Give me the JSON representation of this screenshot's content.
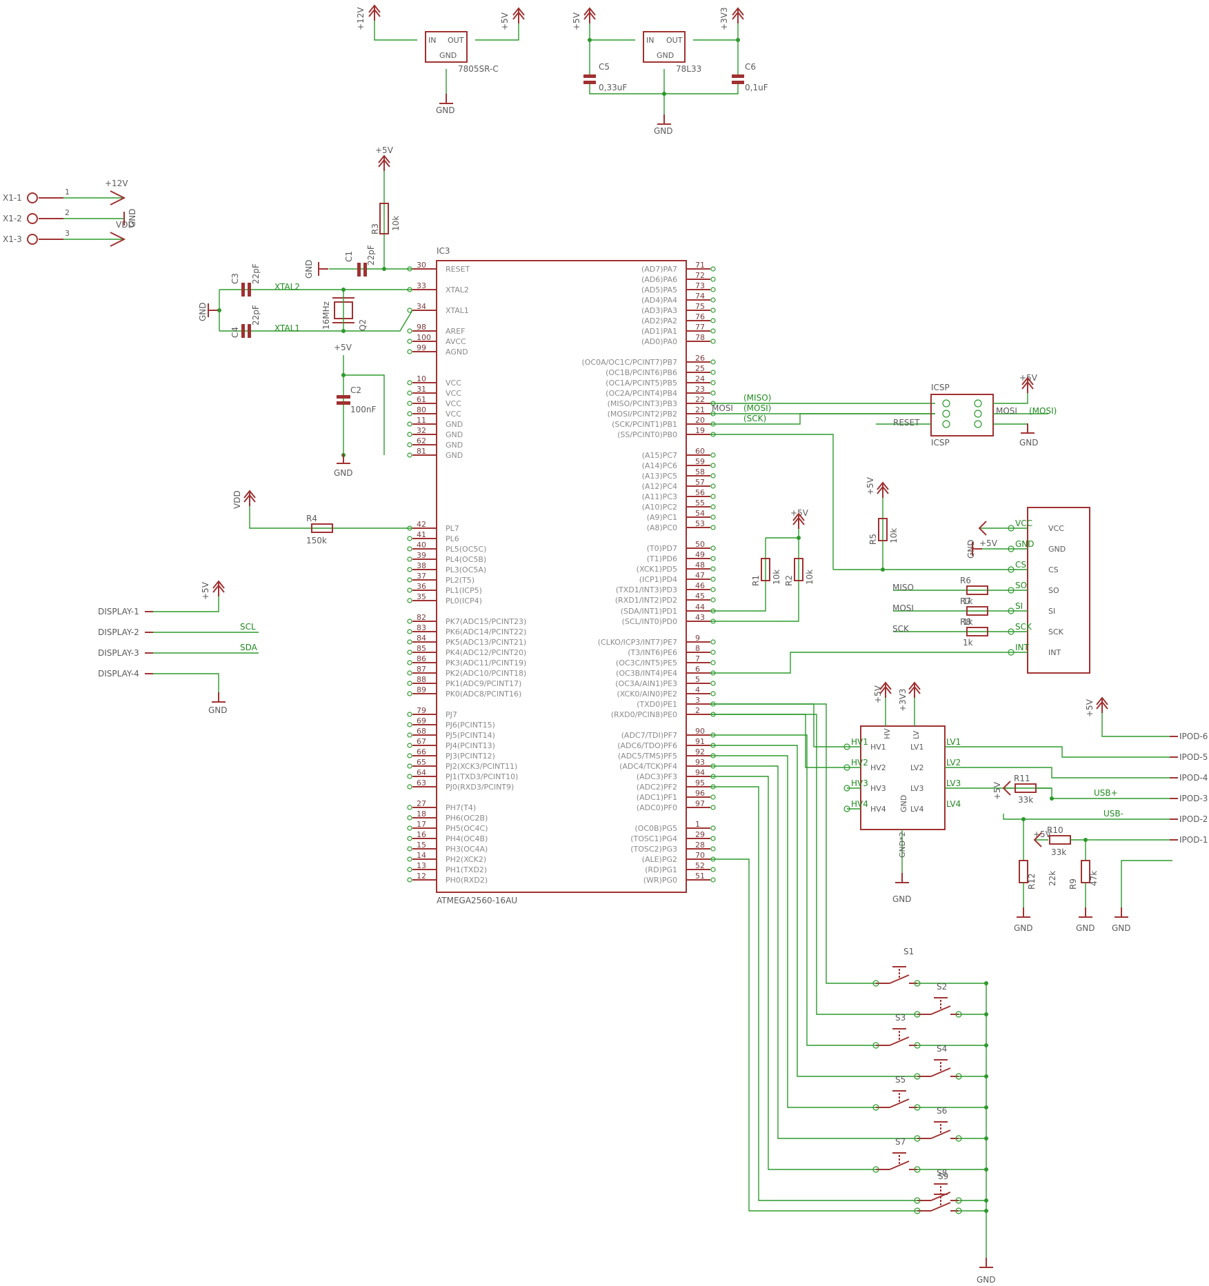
{
  "colors": {
    "part": "#a03030",
    "wire": "#2a9a2a",
    "text": "#5a5a5a"
  },
  "regulators": {
    "u1": {
      "name": "7805SR-C",
      "in": "IN",
      "out": "OUT",
      "gnd": "GND",
      "in_rail": "+12V",
      "out_rail": "+5V",
      "ground": "GND"
    },
    "u2": {
      "name": "78L33",
      "in": "IN",
      "out": "OUT",
      "gnd": "GND",
      "in_rail": "+5V",
      "out_rail": "+3V3",
      "ground": "GND",
      "c5": {
        "name": "C5",
        "value": "0,33uF"
      },
      "c6": {
        "name": "C6",
        "value": "0,1uF"
      }
    }
  },
  "connector_x1": {
    "pins": [
      {
        "name": "X1-1",
        "num": "1",
        "net": "+12V"
      },
      {
        "name": "X1-2",
        "num": "2",
        "net": "GND"
      },
      {
        "name": "X1-3",
        "num": "3",
        "net": "VDD"
      }
    ]
  },
  "reset_circuit": {
    "rail": "+5V",
    "r3": "R3",
    "r3_value": "10k",
    "c1": "C1",
    "c1_value": "22pF",
    "gnd": "GND"
  },
  "crystal": {
    "c3": "C3",
    "c3_value": "22pF",
    "c4": "C4",
    "c4_value": "22pF",
    "q2": "Q2",
    "q2_value": "16MHz",
    "net_xtal2": "XTAL2",
    "net_xtal1": "XTAL1",
    "gnd": "GND"
  },
  "decoupling": {
    "rail": "+5V",
    "c2": "C2",
    "c2_value": "100nF",
    "gnd": "GND"
  },
  "vdd_sense": {
    "rail": "VDD",
    "r4": "R4",
    "r4_value": "150k"
  },
  "display": {
    "pins": [
      "DISPLAY-1",
      "DISPLAY-2",
      "DISPLAY-3",
      "DISPLAY-4"
    ],
    "nets": {
      "rail": "+5V",
      "scl": "SCL",
      "sda": "SDA",
      "gnd": "GND"
    }
  },
  "mcu": {
    "ref": "IC3",
    "part": "ATMEGA2560-16AU",
    "left_pins": [
      {
        "label": "RESET",
        "num": "30"
      },
      {
        "label": "XTAL2",
        "num": "33"
      },
      {
        "label": "XTAL1",
        "num": "34"
      },
      {
        "label": "AREF",
        "num": "98"
      },
      {
        "label": "AVCC",
        "num": "100"
      },
      {
        "label": "AGND",
        "num": "99"
      },
      {
        "label": "VCC",
        "num": "10"
      },
      {
        "label": "VCC",
        "num": "31"
      },
      {
        "label": "VCC",
        "num": "61"
      },
      {
        "label": "VCC",
        "num": "80"
      },
      {
        "label": "GND",
        "num": "11"
      },
      {
        "label": "GND",
        "num": "32"
      },
      {
        "label": "GND",
        "num": "62"
      },
      {
        "label": "GND",
        "num": "81"
      },
      {
        "label": "PL7",
        "num": "42"
      },
      {
        "label": "PL6",
        "num": "41"
      },
      {
        "label": "PL5(OC5C)",
        "num": "40"
      },
      {
        "label": "PL4(OC5B)",
        "num": "39"
      },
      {
        "label": "PL3(OC5A)",
        "num": "38"
      },
      {
        "label": "PL2(T5)",
        "num": "37"
      },
      {
        "label": "PL1(ICP5)",
        "num": "36"
      },
      {
        "label": "PL0(ICP4)",
        "num": "35"
      },
      {
        "label": "PK7(ADC15/PCINT23)",
        "num": "82"
      },
      {
        "label": "PK6(ADC14/PCINT22)",
        "num": "83"
      },
      {
        "label": "PK5(ADC13/PCINT21)",
        "num": "84"
      },
      {
        "label": "PK4(ADC12/PCINT20)",
        "num": "85"
      },
      {
        "label": "PK3(ADC11/PCINT19)",
        "num": "86"
      },
      {
        "label": "PK2(ADC10/PCINT18)",
        "num": "87"
      },
      {
        "label": "PK1(ADC9/PCINT17)",
        "num": "88"
      },
      {
        "label": "PK0(ADC8/PCINT16)",
        "num": "89"
      },
      {
        "label": "PJ7",
        "num": "79"
      },
      {
        "label": "PJ6(PCINT15)",
        "num": "69"
      },
      {
        "label": "PJ5(PCINT14)",
        "num": "68"
      },
      {
        "label": "PJ4(PCINT13)",
        "num": "67"
      },
      {
        "label": "PJ3(PCINT12)",
        "num": "66"
      },
      {
        "label": "PJ2(XCK3/PCINT11)",
        "num": "65"
      },
      {
        "label": "PJ1(TXD3/PCINT10)",
        "num": "64"
      },
      {
        "label": "PJ0(RXD3/PCINT9)",
        "num": "63"
      },
      {
        "label": "PH7(T4)",
        "num": "27"
      },
      {
        "label": "PH6(OC2B)",
        "num": "18"
      },
      {
        "label": "PH5(OC4C)",
        "num": "17"
      },
      {
        "label": "PH4(OC4B)",
        "num": "16"
      },
      {
        "label": "PH3(OC4A)",
        "num": "15"
      },
      {
        "label": "PH2(XCK2)",
        "num": "14"
      },
      {
        "label": "PH1(TXD2)",
        "num": "13"
      },
      {
        "label": "PH0(RXD2)",
        "num": "12"
      }
    ],
    "right_pins": [
      {
        "label": "(AD7)PA7",
        "num": "71"
      },
      {
        "label": "(AD6)PA6",
        "num": "72"
      },
      {
        "label": "(AD5)PA5",
        "num": "73"
      },
      {
        "label": "(AD4)PA4",
        "num": "74"
      },
      {
        "label": "(AD3)PA3",
        "num": "75"
      },
      {
        "label": "(AD2)PA2",
        "num": "76"
      },
      {
        "label": "(AD1)PA1",
        "num": "77"
      },
      {
        "label": "(AD0)PA0",
        "num": "78"
      },
      {
        "label": "(OC0A/OC1C/PCINT7)PB7",
        "num": "26"
      },
      {
        "label": "(OC1B/PCINT6)PB6",
        "num": "25"
      },
      {
        "label": "(OC1A/PCINT5)PB5",
        "num": "24"
      },
      {
        "label": "(OC2A/PCINT4)PB4",
        "num": "23"
      },
      {
        "label": "(MISO/PCINT3)PB3",
        "num": "22"
      },
      {
        "label": "(MOSI/PCINT2)PB2",
        "num": "21"
      },
      {
        "label": "(SCK/PCINT1)PB1",
        "num": "20"
      },
      {
        "label": "(SS/PCINT0)PB0",
        "num": "19"
      },
      {
        "label": "(A15)PC7",
        "num": "60"
      },
      {
        "label": "(A14)PC6",
        "num": "59"
      },
      {
        "label": "(A13)PC5",
        "num": "58"
      },
      {
        "label": "(A12)PC4",
        "num": "57"
      },
      {
        "label": "(A11)PC3",
        "num": "56"
      },
      {
        "label": "(A10)PC2",
        "num": "55"
      },
      {
        "label": "(A9)PC1",
        "num": "54"
      },
      {
        "label": "(A8)PC0",
        "num": "53"
      },
      {
        "label": "(T0)PD7",
        "num": "50"
      },
      {
        "label": "(T1)PD6",
        "num": "49"
      },
      {
        "label": "(XCK1)PD5",
        "num": "48"
      },
      {
        "label": "(ICP1)PD4",
        "num": "47"
      },
      {
        "label": "(TXD1/INT3)PD3",
        "num": "46"
      },
      {
        "label": "(RXD1/INT2)PD2",
        "num": "45"
      },
      {
        "label": "(SDA/INT1)PD1",
        "num": "44"
      },
      {
        "label": "(SCL/INT0)PD0",
        "num": "43"
      },
      {
        "label": "(CLKO/ICP3/INT7)PE7",
        "num": "9"
      },
      {
        "label": "(T3/INT6)PE6",
        "num": "8"
      },
      {
        "label": "(OC3C/INT5)PE5",
        "num": "7"
      },
      {
        "label": "(OC3B/INT4)PE4",
        "num": "6"
      },
      {
        "label": "(OC3A/AIN1)PE3",
        "num": "5"
      },
      {
        "label": "(XCK0/AIN0)PE2",
        "num": "4"
      },
      {
        "label": "(TXD0)PE1",
        "num": "3"
      },
      {
        "label": "(RXD0/PCIN8)PE0",
        "num": "2"
      },
      {
        "label": "(ADC7/TDI)PF7",
        "num": "90"
      },
      {
        "label": "(ADC6/TDO)PF6",
        "num": "91"
      },
      {
        "label": "(ADC5/TMS)PF5",
        "num": "92"
      },
      {
        "label": "(ADC4/TCK)PF4",
        "num": "93"
      },
      {
        "label": "(ADC3)PF3",
        "num": "94"
      },
      {
        "label": "(ADC2)PF2",
        "num": "95"
      },
      {
        "label": "(ADC1)PF1",
        "num": "96"
      },
      {
        "label": "(ADC0)PF0",
        "num": "97"
      },
      {
        "label": "(OC0B)PG5",
        "num": "1"
      },
      {
        "label": "(TOSC1)PG4",
        "num": "29"
      },
      {
        "label": "(TOSC2)PG3",
        "num": "28"
      },
      {
        "label": "(ALE)PG2",
        "num": "70"
      },
      {
        "label": "(RD)PG1",
        "num": "52"
      },
      {
        "label": "(WR)PG0",
        "num": "51"
      }
    ]
  },
  "spi_nets": {
    "miso": "(MISO)",
    "mosi": "(MOSI)",
    "sck": "(SCK)",
    "mosi_plain": "MOSI"
  },
  "icsp": {
    "name": "ICSP",
    "rail": "+5V",
    "gnd": "GND",
    "reset": "RESET",
    "mosi": "MOSI",
    "mosi_net": "(MOSI)"
  },
  "can_module": {
    "pins": [
      "VCC",
      "GND",
      "CS",
      "SO",
      "SI",
      "SCK",
      "INT"
    ],
    "pad_labels": [
      "VCC",
      "GND",
      "CS",
      "SO",
      "SI",
      "SCK",
      "INT"
    ],
    "r5": "R5",
    "r5_value": "10k",
    "rail": "+5V",
    "gnd": "GND",
    "rail2": "+5V",
    "nets": {
      "miso": "MISO",
      "mosi": "MOSI",
      "sck": "SCK"
    },
    "r6": "R6",
    "r6_value": "1k",
    "r7": "R7",
    "r7_value": "1k",
    "r8": "R8",
    "r8_value": "1k"
  },
  "i2c_pullups": {
    "rail": "+5V",
    "r1": "R1",
    "r1_value": "10k",
    "r2": "R2",
    "r2_value": "10k"
  },
  "level_shifter": {
    "rail_hv": "+5V",
    "rail_lv": "+3V3",
    "hv_pins": [
      "HV1",
      "HV2",
      "HV3",
      "HV4"
    ],
    "lv_pins": [
      "LV1",
      "LV2",
      "LV3",
      "LV4"
    ],
    "top_hv": "HV",
    "top_lv": "LV",
    "gnd": "GND",
    "gnd_pad": "GND*2",
    "ground": "GND",
    "left_pads": [
      "HV1",
      "HV2",
      "HV3",
      "HV4"
    ],
    "right_pads": [
      "LV1",
      "LV2",
      "LV3",
      "LV4"
    ]
  },
  "ipod": {
    "pins": [
      "IPOD-6",
      "IPOD-5",
      "IPOD-4",
      "IPOD-3",
      "IPOD-2",
      "IPOD-1"
    ],
    "rail": "+5V",
    "usb_plus": "USB+",
    "usb_minus": "USB-",
    "r11": "R11",
    "r11_value": "33k",
    "r10": "R10",
    "r10_value": "33k",
    "r12": "R12",
    "r12_value": "22k",
    "r9": "R9",
    "r9_value": "47k",
    "rail2": "+5V",
    "rail3": "+5V",
    "gnd": "GND"
  },
  "switches": [
    "S1",
    "S2",
    "S3",
    "S4",
    "S5",
    "S6",
    "S7",
    "S8",
    "S9"
  ],
  "switch_gnd": "GND"
}
